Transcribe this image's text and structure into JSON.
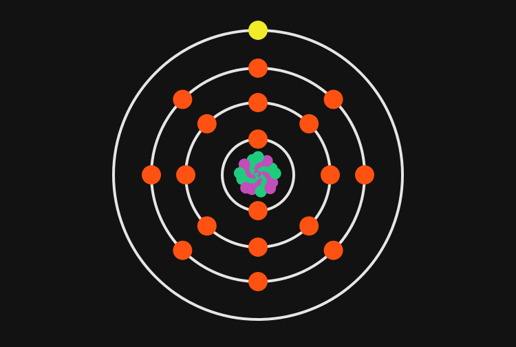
{
  "background_color": "#121212",
  "shell_color": "#e6e6e6",
  "electron_colors": {
    "inner": "#ff5212",
    "valence": "#f0ec2a"
  },
  "nucleus": {
    "proton_color": "#c34dba",
    "neutron_color": "#1fcc7e",
    "proton_count": 19,
    "neutron_count": 20
  },
  "shells": [
    {
      "electrons": 2
    },
    {
      "electrons": 8
    },
    {
      "electrons": 8
    },
    {
      "electrons": 1
    }
  ]
}
